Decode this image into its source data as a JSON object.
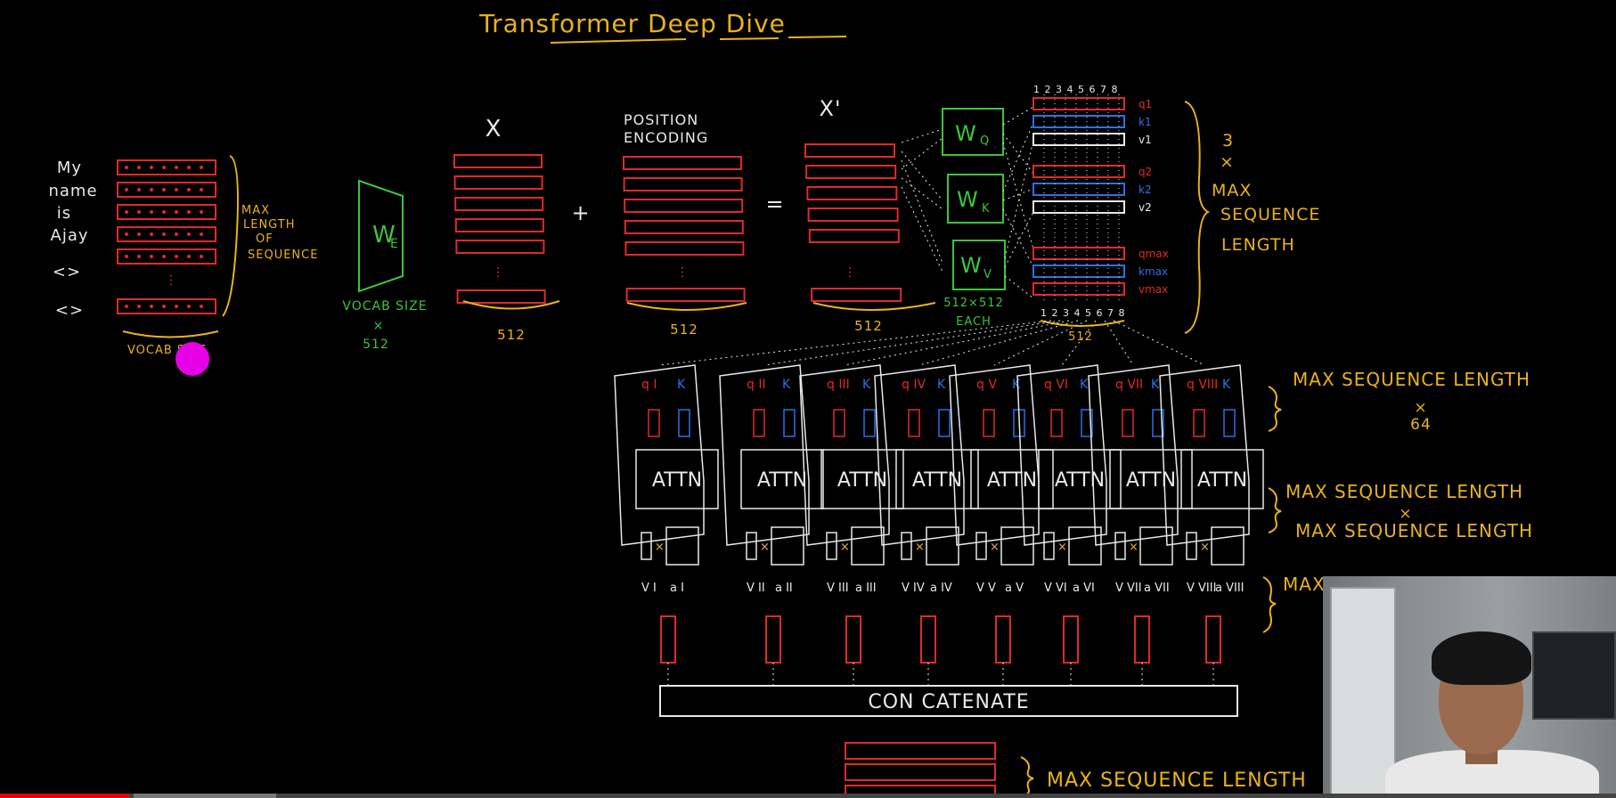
{
  "title": "Transformer Deep Dive",
  "colors": {
    "red": "#e02a2a",
    "blue": "#2f6fe0",
    "green": "#3cc43c",
    "yellow": "#e8b21c",
    "white": "#e8e8e8"
  },
  "words": [
    "My",
    "name",
    "is",
    "Ajay",
    "<>",
    "<>"
  ],
  "labels": {
    "max_length_1": "MAX",
    "max_length_2": "LENGTH",
    "max_length_3": "OF",
    "max_length_4": "SEQUENCE",
    "vocab_bottom": "VOCAB SIZE",
    "we_label": "W",
    "we_sub": "E",
    "vocab_size_1": "VOCAB SIZE",
    "vocab_size_x": "×",
    "vocab_size_2": "512",
    "x_label": "X",
    "x_dim": "512",
    "plus": "+",
    "pos_enc_1": "POSITION",
    "pos_enc_2": "ENCODING",
    "pos_dim": "512",
    "equals": "=",
    "x_prime": "X'",
    "x_prime_dim": "512",
    "wq": "W",
    "wq_sub": "Q",
    "wk": "W",
    "wk_sub": "K",
    "wv": "W",
    "wv_sub": "V",
    "w_dims_1": "512×512",
    "w_dims_2": "EACH",
    "head_numbers_top": "1 2 3 4 5  6 7 8",
    "head_numbers_bottom": "1 2 3 4  5 6 7 8",
    "qkv_dim": "512",
    "three_1": "3",
    "three_x": "×",
    "three_2": "MAX",
    "three_3": "SEQUENCE",
    "three_4": "LENGTH",
    "msl_64_1": "MAX SEQUENCE LENGTH",
    "msl_64_x": "×",
    "msl_64_2": "64",
    "msl_msl_1": "MAX SEQUENCE LENGTH",
    "msl_msl_x": "×",
    "msl_msl_2": "MAX SEQUENCE LENGTH",
    "msl_partial": "MAX",
    "concat": "CON CATENATE",
    "msl_bottom": "MAX SEQUENCE LENGTH"
  },
  "qkv_rows": [
    {
      "label": "q1",
      "color": "red"
    },
    {
      "label": "k1",
      "color": "blue"
    },
    {
      "label": "v1",
      "color": "white"
    },
    {
      "label": "q2",
      "color": "red"
    },
    {
      "label": "k2",
      "color": "blue"
    },
    {
      "label": "v2",
      "color": "white"
    },
    {
      "label": "qmax",
      "color": "red"
    },
    {
      "label": "kmax",
      "color": "blue"
    },
    {
      "label": "vmax",
      "color": "red"
    }
  ],
  "heads": [
    {
      "q": "q",
      "k": "K",
      "attn": "ATTN",
      "v": "V",
      "a": "a",
      "num": "I"
    },
    {
      "q": "q",
      "k": "K",
      "attn": "ATTN",
      "v": "V",
      "a": "a",
      "num": "II"
    },
    {
      "q": "q",
      "k": "K",
      "attn": "ATTN",
      "v": "V",
      "a": "a",
      "num": "III"
    },
    {
      "q": "q",
      "k": "K",
      "attn": "ATTN",
      "v": "V",
      "a": "a",
      "num": "IV"
    },
    {
      "q": "q",
      "k": "K",
      "attn": "ATTN",
      "v": "V",
      "a": "a",
      "num": "V"
    },
    {
      "q": "q",
      "k": "K",
      "attn": "ATTN",
      "v": "V",
      "a": "a",
      "num": "VI"
    },
    {
      "q": "q",
      "k": "K",
      "attn": "ATTN",
      "v": "V",
      "a": "a",
      "num": "VII"
    },
    {
      "q": "q",
      "k": "K",
      "attn": "ATTN",
      "v": "V",
      "a": "a",
      "num": "VIII"
    }
  ],
  "video_progress": 0.08
}
